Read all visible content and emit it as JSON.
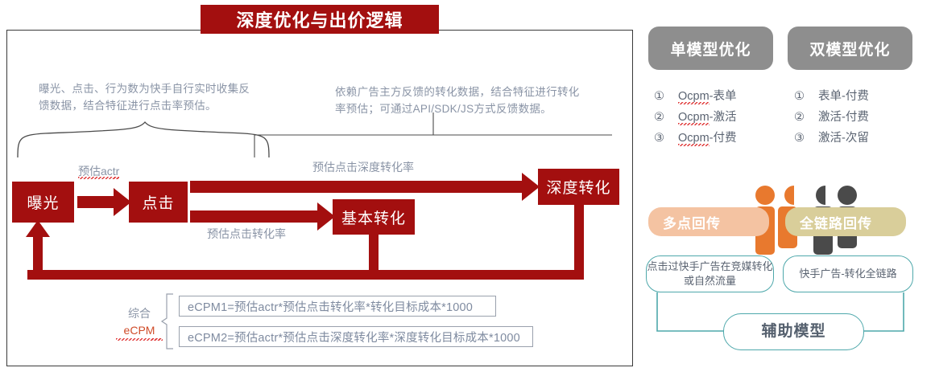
{
  "title": "深度优化与出价逻辑",
  "colors": {
    "red": "#a30f0f",
    "gray_header": "#8e8e8e",
    "teal": "#4ea8ab",
    "orange": "#e8792e",
    "orange_badge": "#f4c3a2",
    "khaki_badge": "#d9ce9a",
    "annotation_text": "#8a94a6"
  },
  "annotations": {
    "left": "曝光、点击、行为数为快手自行实时收集反馈数据，结合特征进行点击率预估。",
    "right": "依赖广告主方反馈的转化数据，结合特征进行转化率预估；可通过API/SDK/JS方式反馈数据。"
  },
  "flow": {
    "boxes": {
      "exposure": "曝光",
      "click": "点击",
      "basic_conversion": "基本转化",
      "deep_conversion": "深度转化"
    },
    "arrow_labels": {
      "actr": "预估actr",
      "click_cvr": "预估点击转化率",
      "click_deep_cvr": "预估点击深度转化率"
    }
  },
  "ecpm": {
    "label_line1": "综合",
    "label_line2": "eCPM",
    "formula1": "eCPM1=预估actr*预估点击转化率*转化目标成本*1000",
    "formula2": "eCPM2=预估actr*预估点击深度转化率*深度转化目标成本*1000"
  },
  "right_panel": {
    "single_model": {
      "header": "单模型优化",
      "items": [
        {
          "index": "①",
          "prefix": "Ocpm",
          "suffix": "-表单"
        },
        {
          "index": "②",
          "prefix": "Ocpm",
          "suffix": "-激活"
        },
        {
          "index": "③",
          "prefix": "Ocpm",
          "suffix": "-付费"
        }
      ]
    },
    "double_model": {
      "header": "双模型优化",
      "items": [
        {
          "index": "①",
          "label": "表单-付费"
        },
        {
          "index": "②",
          "label": "激活-付费"
        },
        {
          "index": "③",
          "label": "激活-次留"
        }
      ]
    },
    "badges": {
      "multi_point": "多点回传",
      "full_link": "全链路回传"
    },
    "bubbles": {
      "left": "点击过快手广告在竞媒转化或自然流量",
      "right": "快手广告-转化全链路",
      "aux_model": "辅助模型"
    }
  }
}
